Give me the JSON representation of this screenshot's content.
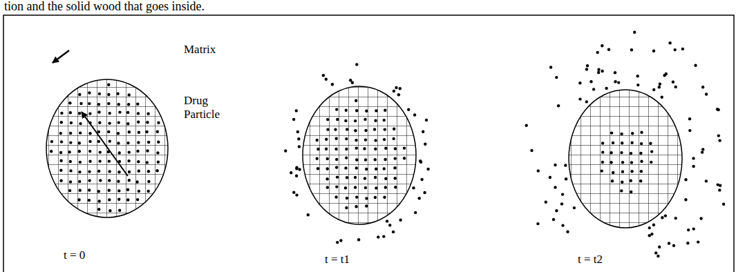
{
  "diagram": {
    "labels": [
      "tion and the solid wood that goes inside.",
      "Matrix",
      "Drug Particle",
      "t = 0",
      "t = t1",
      "t = t2"
    ]
  }
}
